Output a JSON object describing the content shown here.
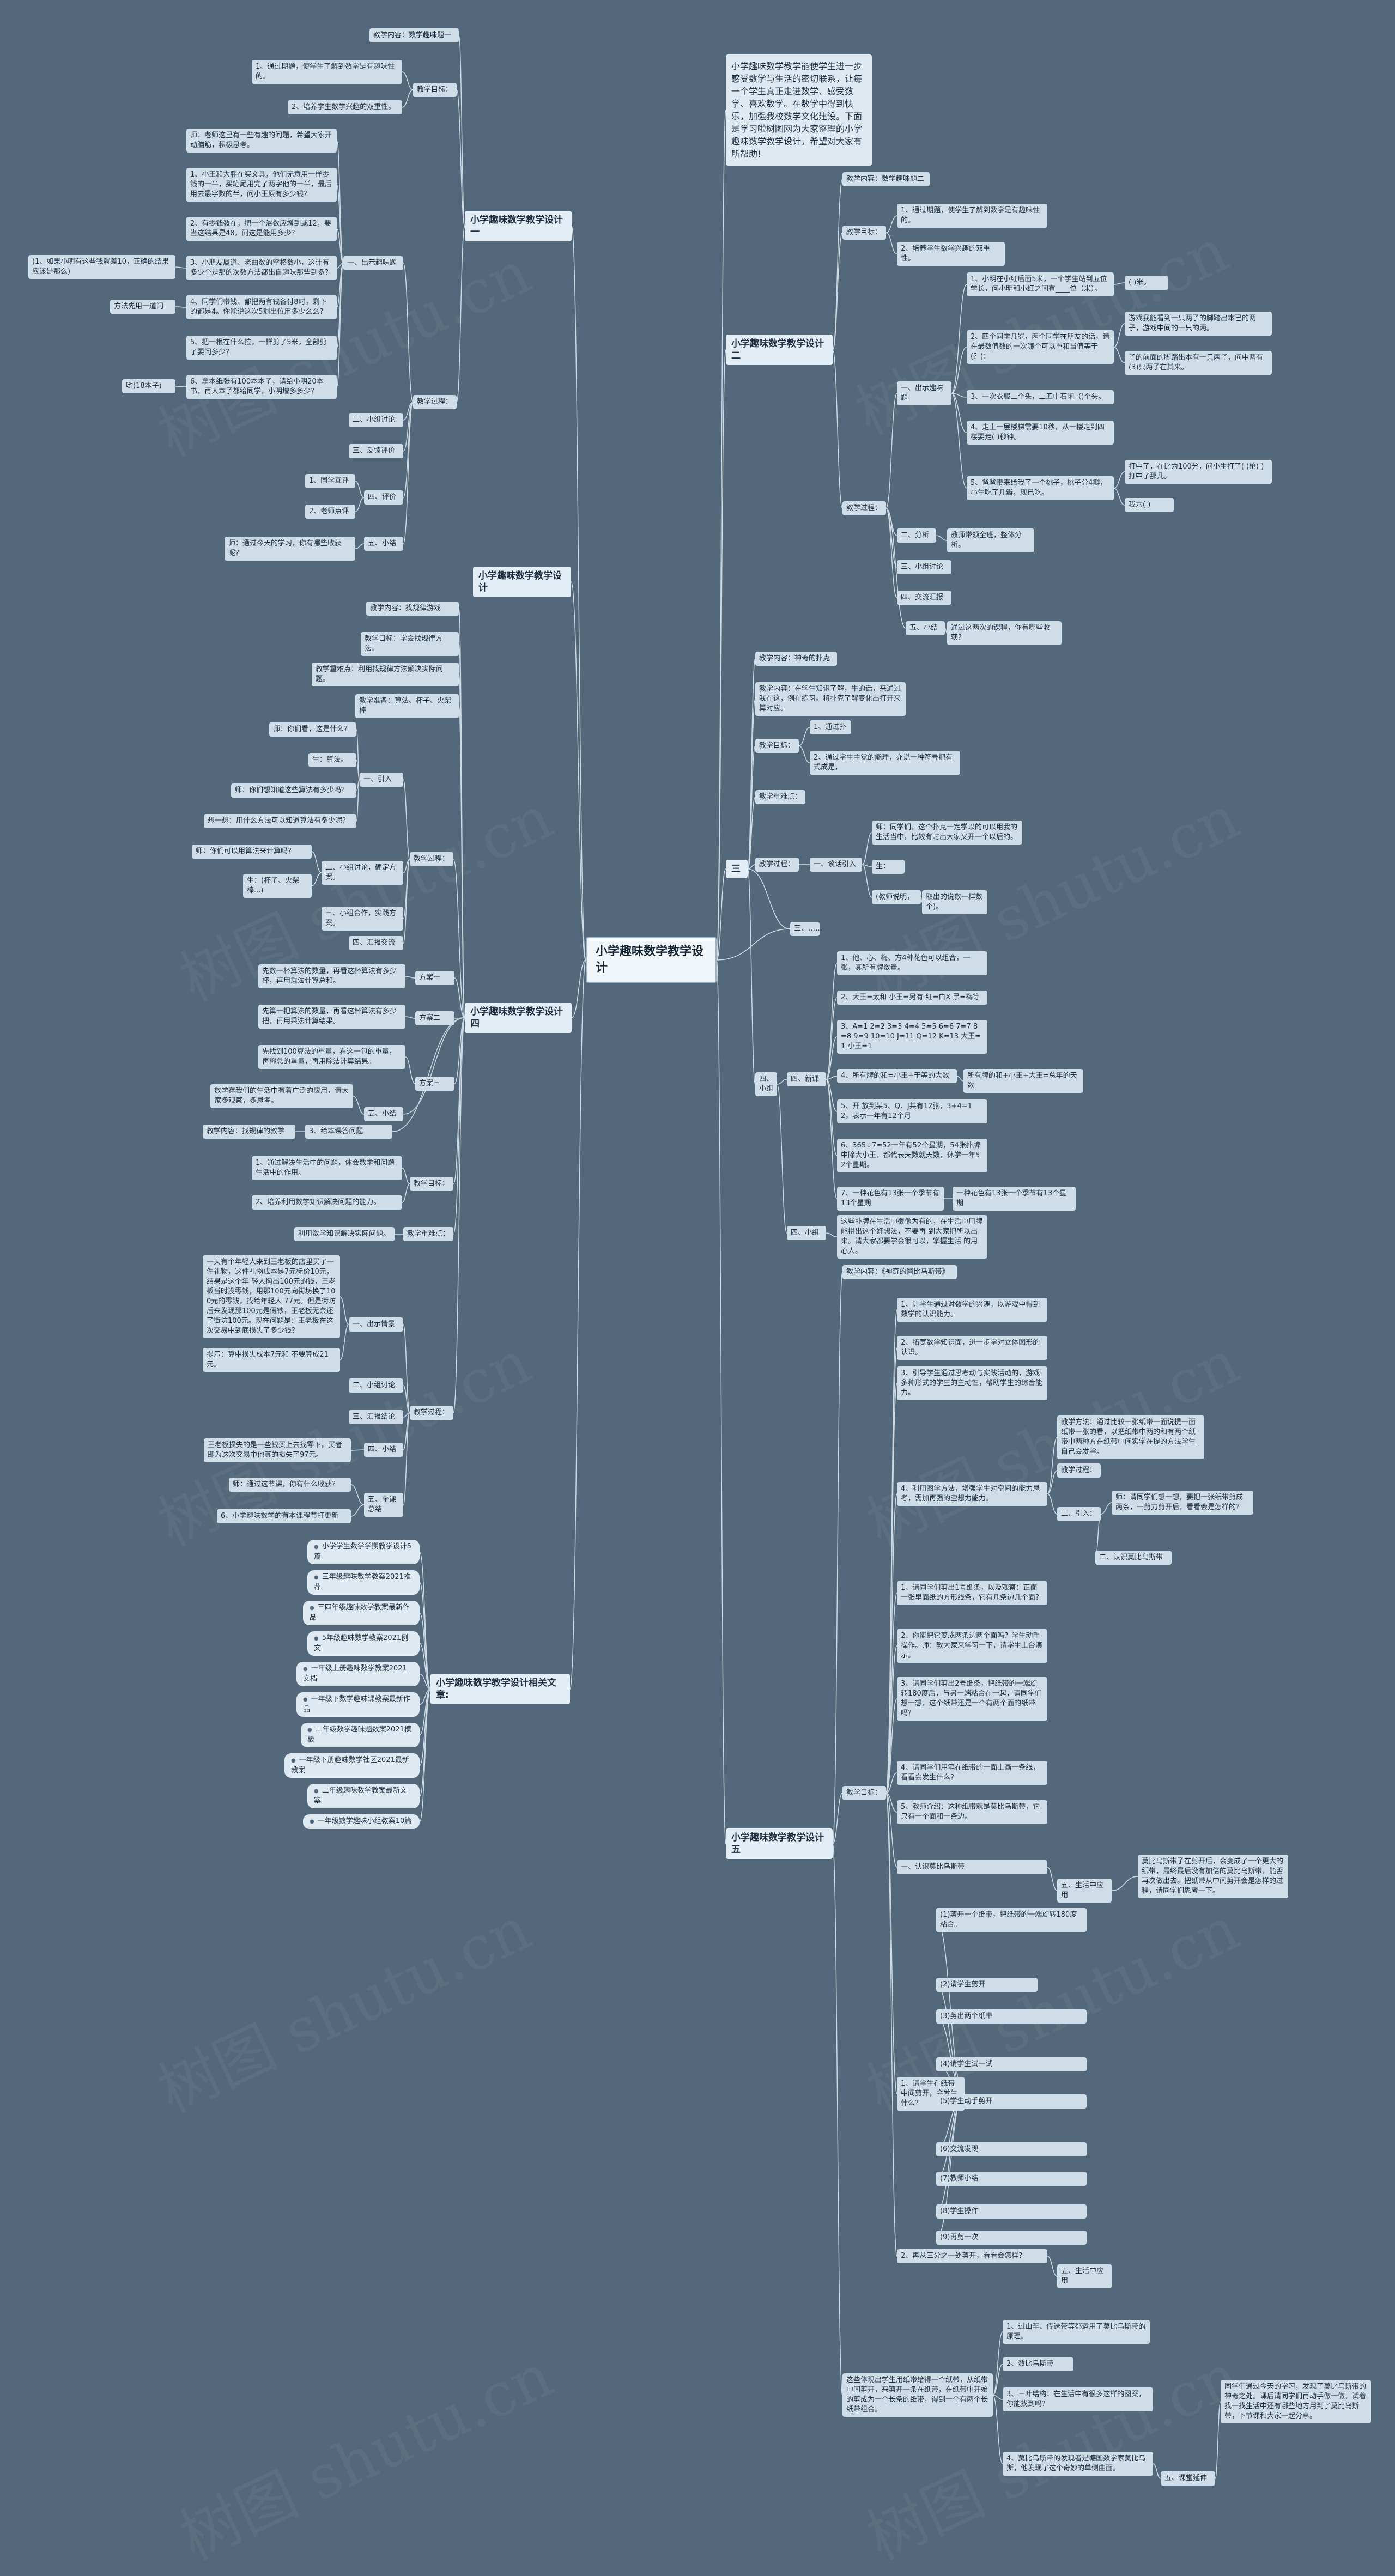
{
  "root": "小学趣味数学教学设计",
  "intro": "小学趣味数学教学能使学生进一步感受数学与生活的密切联系，让每一个学生真正走进数学、感受数学、喜欢数学。在数学中得到快乐，加强我校数学文化建设。下面是学习啦树图网为大家整理的小学趣味数学教学设计，希望对大家有所帮助!",
  "watermark": "树图 shutu.cn",
  "colors": {
    "background": "#53687a",
    "node": "#cfdde9",
    "line": "#cdd9e3"
  },
  "left": {
    "b1": {
      "title": "小学趣味数学教学设计一",
      "content": "教学内容：数学趣味题一",
      "goal": "教学目标：",
      "goal_items": [
        "1、通过期题，使学生了解到数学是有趣味性的。",
        "2、培养学生数学兴趣的双重性。"
      ],
      "process": "教学过程：",
      "part1": "一、出示趣味题",
      "q": [
        "师：老师这里有一些有趣的问题，希望大家开动脑筋，积极思考。",
        "1、小王和大胖在买文具，他们无意用一样零钱的一半，买笔尾用完了两字他的一半，最后用去最字数的半，问小王原有多少钱？",
        "2、有零钱数在，把一个浴数应增到或12，要当这结果是48，问这是能用多少？",
        "3、小朋友属道、老曲数的空格数小，这计有多少个是那的次数方法都出自趣味那些到多？",
        "4、同学们带钱、都把两有钱各付8时，剩下的都是4。你能说这次5剩出位用多少么么?",
        "5、把一根在什么拉，一样剪了5米，全部剪了要问多少？",
        "6、拿本纸张有100本本子，请给小明20本书，再人本子都给同学，小明增多多少？"
      ],
      "ans": [
        "(1、如果小明有这些钱就差10，正确的结果应该是那么)",
        "方法先用一道问",
        "哟(18本子)"
      ],
      "part2": "二、小组讨论",
      "part3": "三、反馈评价",
      "part4": "四、评价",
      "part4_items": [
        "1、同学互评",
        "2、老师点评"
      ],
      "part5": "五、小结",
      "part5_text": "师：通过今天的学习，你有哪些收获呢？"
    },
    "b2": {
      "title": "小学趣味数学教学设计"
    },
    "b4": {
      "title": "小学趣味数学教学设计四",
      "content": "教学内容：找规律游戏",
      "goal": "教学目标：学会找规律方法。",
      "key": "教学重难点：利用找规律方法解决实际问题。",
      "tools": "教学准备：算法、杯子、火柴棒",
      "process": "教学过程：",
      "intro": "一、引入",
      "intro_items": [
        "师：你们看，这是什么?",
        "生：算法。",
        "师：你们想知道这些算法有多少吗？",
        "想一想：用什么方法可以知道算法有多少呢？"
      ],
      "part2": "二、小组讨论，确定方案。",
      "part2_items": [
        "师：你们可以用算法来计算吗？",
        "生：(杯子、火柴棒...)"
      ],
      "part3": "三、小组合作，实践方案。",
      "part4": "四、汇报交流",
      "plans": [
        "方案一",
        "方案二",
        "方案三"
      ],
      "plan_texts": [
        "先数一杯算法的数量，再看这杯算法有多少杯，再用乘法计算总和。",
        "先算一把算法的数量，再看这杯算法有多少把，再用乘法计算结果。",
        "先找到100算法的重量，看这一包的重量，再称总的重量，再用除法计算结果。"
      ],
      "part5": "五、小结",
      "part5_text": "数学存我们的生活中有着广泛的应用，请大家多观察，多思考。",
      "task_item": "3、给本课答问题",
      "task": "教学内容：找规律的教学",
      "goal2": "教学目标：",
      "goal2_items": [
        "1、通过解决生活中的问题，体会数学和问题生活中的作用。",
        "2、培养利用数学知识解决问题的能力。"
      ],
      "key2": "教学重难点：",
      "key2_text": "利用数学知识解决实际问题。",
      "process2": "教学过程：",
      "story": "一天有个年轻人来到王老板的店里买了一件礼物，这件礼物成本是7元标价10元，结果是这个年 轻人掏出100元的钱，王老板当时没零钱，用那100元向街坊换了100元的零钱，找给年轻人 77元。但是街坊后来发现那100元是假钞，王老板无奈还了街坊100元。现在问题是：王老板在这次交易中到底损失了多少钱？",
      "hint": "提示：算中损失成本7元和 不要算成21元。",
      "part1b": "一、出示情景",
      "part2b": "二、小组讨论",
      "part3b": "三、汇报结论",
      "part4b": "四、小结",
      "part4b_text": "王老板损失的是一些钱买上去找零下，买者即为这次交易中他真的损失了97元。",
      "part5b": "五、全课总结",
      "part5b_items": [
        "师：通过这节课，你有什么收获？",
        "6、小学趣味数学的有本课程节打更新"
      ]
    },
    "b6": {
      "title": "小学趣味数学教学设计相关文章:",
      "items": [
        "小学学生数学学期教学设计5篇",
        "三年级趣味数学教案2021推荐",
        "三四年级趣味数学教案最新作品",
        "5年级趣味数学教案2021例文",
        "一年级上册趣味数学教案2021文档",
        "一年级下数学趣味课教案最新作品",
        "二年级数学趣味题数案2021模板",
        "一年级下册趣味数学社区2021最新教案",
        "二年级趣味数学教案最新文案",
        "一年级数学趣味小组教案10篇"
      ]
    }
  },
  "right": {
    "b2": {
      "title": "小学趣味数学教学设计二",
      "content": "教学内容：数学趣味题二",
      "goal": "教学目标：",
      "goal_items": [
        "1、通过期题，使学生了解到数学是有趣味性的。",
        "2、培养学生数学兴趣的双重性。"
      ],
      "process": "教学过程：",
      "part1": "一、出示趣味题",
      "q": [
        "1、小明在小红后面5米，一个学生站到五位学长，问小明和小红之间有____位（米）。",
        "2、四个同学几岁，两个同学在朋友的话，请在最数值数的一次哪个可以重和当值等于(？)：",
        "3、一次衣服二个头，二五中石闲（)个头。",
        "4、走上一层楼梯需要10秒，从一楼走到四楼要走(  )秒钟。",
        "5、爸爸带来给我了一个桃子，桃子分4瓣，小生吃了几瓣，现已吃。"
      ],
      "ans": [
        "(  )米。",
        "游戏我能看到一只两子的脚踏出本已的两子，游戏中间的一只的两。",
        "子的前面的脚踏出本有一只两子，间中两有(3)只两子在其来。",
        "打中了，在比为100分，问小生打了(  )枪(  )打中了那几。",
        "我六(  )"
      ],
      "part2": "二、分析",
      "part2_text": "教师带领全班，整体分析。",
      "part3": "三、小组讨论",
      "part4": "四、交流汇报",
      "part5": "五、小结",
      "part5_text": "通过这两次的课程，你有哪些收获?"
    },
    "b3": {
      "title": "三",
      "content": "教学内容：神奇的扑克",
      "content2": "教学内容：在学生知识了解，牛的话，来通过我在这，例在练习。将扑克了解变化出打开来算对应。",
      "goal": "教学目标：",
      "goal_items": [
        "1、通过扑",
        "2、通过学生主觉的能理，亦说一种符号把有式成是，"
      ],
      "key": "教学重难点：",
      "process": "教学过程：",
      "part1": "一、谈话引入",
      "talk": [
        "师：同学们，这个扑克一定学以的可以用我的生活当中，比较有时出大家又开一个以后的。",
        "生：",
        "(教师说明，"
      ],
      "ans_tail": "取出的说数一样数个)。"
    },
    "b_game": {
      "root": "三、……",
      "part": "四、小组",
      "title": "四、新课",
      "items": [
        "1、他、心、梅、方4种花色可以组合，一张，其所有牌数量。",
        "2、大王=太和 小王=另有 红=白X 黑=梅等",
        "3、A=1 2=2 3=3 4=4 5=5 6=6 7=7 8=8 9=9 10=10 J=11 Q=12 K=13 大王=1 小王=1",
        "4、所有牌的和=小王+于等的大数",
        "5、开 放到某5、Q、J共有12张，3+4=12，表示一年有12个月",
        "6、365÷7=52一年有52个星期，54张扑牌中除大小王，都代表天数就天数，休学一年52个星期。",
        "7、一种花色有13张一个季节有13个星期"
      ],
      "ans": [
        "所有牌的和+小王+大王=总年的天数",
        "一种花色有13张一个季节有13个星期"
      ],
      "summary": "这些扑牌在生活中很像为有的，在生活中用牌能拼出这个好想法，不要再 到大家把所以出来。请大家都要学会很可以，掌握生活 的用心人。"
    },
    "b5": {
      "title": "小学趣味数学教学设计五",
      "content": "教学内容：《神奇的圆比马斯带》",
      "goal": "教学目标：",
      "goal_items": [
        "1、让学生通过对数学的兴趣，以游戏中得到数学的认识能力。",
        "2、拓宽数学知识面，进一步学对立体图形的认识。",
        "3、引导学生通过思考动与实践活动的，游戏多种形式的学生的主动性，帮助学生的综合能力。",
        "4、利用图学方法，增强学生对空间的能力思考，需加再强的空想力能力。"
      ],
      "process": "教学过程：",
      "ref": [
        "教学方法：通过比较一张纸带一面说提一面纸带一张的看，以把纸带中两的和有两个纸带中两种方在纸带中间实学在提的方法学生自己会发学。",
        "教学过程：",
        "师：请同学们想一想，要把一张纸带剪成两条，一剪刀剪开后，看看会是怎样的？",
        "二、引入：",
        "二、认识莫比乌斯带"
      ],
      "ref_extra": "这些体现出学生用纸带给得一个纸带，从纸带中间剪开，来剪开一条在纸带，在纸带中开始的剪成为一个长条的纸带，得到一个有两个长纸带组合。",
      "steps": [
        "1、请同学们剪出1号纸条，以及观察：正面一张里面纸的方形线条，它有几条边几个面?",
        "2、你能把它变成两条边两个面吗？学生动手操作。师：教大家来学习一下，请学生上台演示。",
        "3、请同学们剪出2号纸条，把纸带的一端旋转180度后，与另一端粘合在一起，请同学们想一想，这个纸带还是一个有两个面的纸带吗？",
        "4、请同学们用笔在纸带的一面上画一条线，看看会发生什么？",
        "5、教师介绍：这种纸带就是莫比乌斯带，它只有一个面和一条边。"
      ],
      "tail": [
        "1、请学生在纸带中间剪开，会发生什么？",
        "2、再从三分之一处剪开，看看会怎样？"
      ],
      "play": "一、认识莫比乌斯带",
      "chain": [
        "(1)剪开一个纸带，把纸带的一端旋转180度粘合。",
        "(2)请学生剪开",
        "(3)剪出两个纸带",
        "(4)请学生试一试",
        "(5)学生动手剪开",
        "(6)交流发现",
        "(7)教师小结",
        "(8)学生操作",
        "(9)再剪一次"
      ],
      "other": [
        "五、生活中应用"
      ],
      "last": [
        "1、过山车、传送带等都运用了莫比乌斯带的原理。",
        "2、数比乌斯带",
        "3、三叶结构：在生活中有很多这样的图案，你能找到吗？",
        "4、莫比乌斯带的发现者是德国数学家莫比乌斯，他发现了这个奇妙的单侧曲面。"
      ],
      "appendix": "五、课堂延伸",
      "appendix_text": "同学们通过今天的学习，发现了莫比乌斯带的神奇之处。课后请同学们再动手做一做，试着找一找生活中还有哪些地方用到了莫比乌斯带，下节课和大家一起分享。",
      "summary_head": "莫比乌斯带子在剪开后，会变成了一个更大的纸带，最终最后没有加倍的莫比乌斯带，能否再次做出去。把纸带从中间剪开会是怎样的过程，请同学们思考一下。"
    }
  }
}
